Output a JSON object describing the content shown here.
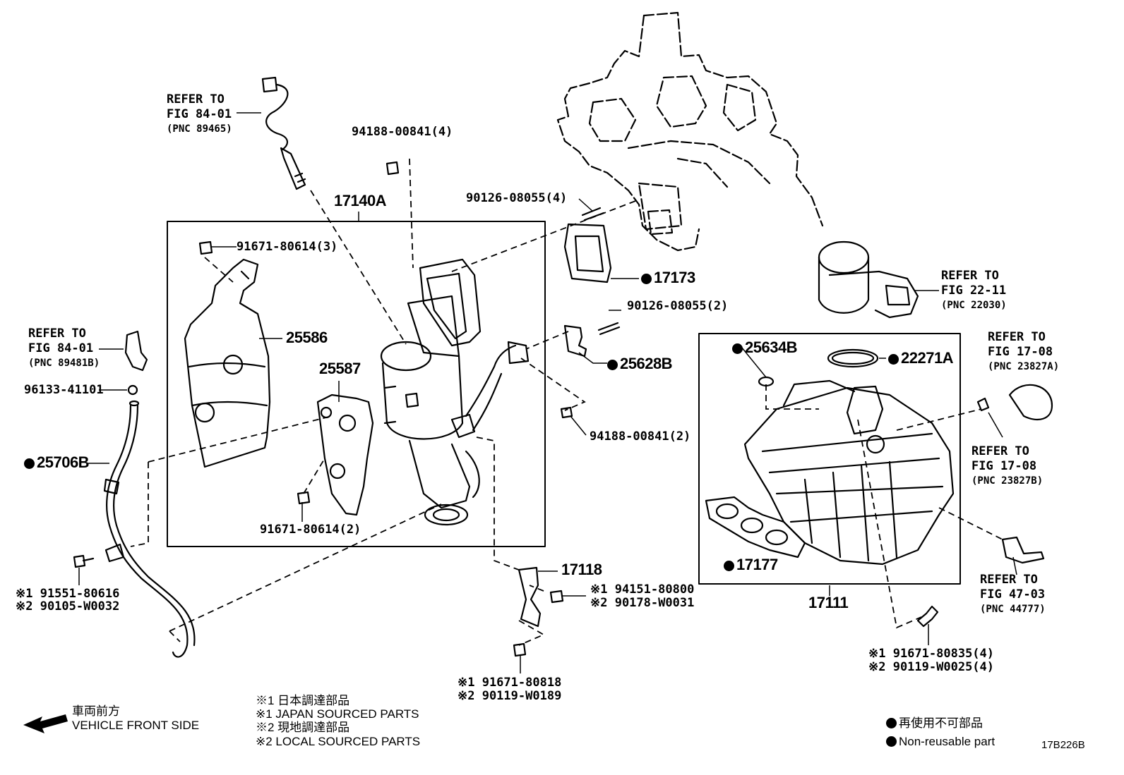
{
  "diagram_id": "17B226B",
  "refs": {
    "r8946": {
      "l1": "REFER TO",
      "l2": "FIG 84-01",
      "pnc": "(PNC 89465)"
    },
    "r8948": {
      "l1": "REFER TO",
      "l2": "FIG 84-01",
      "pnc": "(PNC 89481B)"
    },
    "r2203": {
      "l1": "REFER TO",
      "l2": "FIG 22-11",
      "pnc": "(PNC 22030)"
    },
    "r2382a": {
      "l1": "REFER TO",
      "l2": "FIG 17-08",
      "pnc": "(PNC 23827A)"
    },
    "r2382b": {
      "l1": "REFER TO",
      "l2": "FIG 17-08",
      "pnc": "(PNC 23827B)"
    },
    "r4477": {
      "l1": "REFER TO",
      "l2": "FIG 47-03",
      "pnc": "(PNC 44777)"
    }
  },
  "parts": {
    "p94188_4": "94188-00841(4)",
    "p17140A": "17140A",
    "p90126_4": "90126-08055(4)",
    "p91671_3": "91671-80614(3)",
    "p17173": "17173",
    "p90126_2": "90126-08055(2)",
    "p25586": "25586",
    "p25587": "25587",
    "p25628B": "25628B",
    "p96133": "96133-41101",
    "p25706B": "25706B",
    "p94188_2": "94188-00841(2)",
    "p91671_2": "91671-80614(2)",
    "p25634B": "25634B",
    "p22271A": "22271A",
    "p17177": "17177",
    "p17111": "17111",
    "p17118": "17118",
    "p91551": "※1 91551-80616",
    "p90105": "※2 90105-W0032",
    "p94151": "※1 94151-80800",
    "p90178": "※2 90178-W0031",
    "p91671_818": "※1 91671-80818",
    "p90119_189": "※2 90119-W0189",
    "p91671_835": "※1 91671-80835(4)",
    "p90119_025": "※2 90119-W0025(4)"
  },
  "legend": {
    "front_jp": "車両前方",
    "front_en": "VEHICLE FRONT SIDE",
    "src1_jp": "※1  日本調達部品",
    "src1_en": "※1  JAPAN SOURCED PARTS",
    "src2_jp": "※2  現地調達部品",
    "src2_en": "※2  LOCAL SOURCED PARTS",
    "nonreuse_jp": "再使用不可部品",
    "nonreuse_en": "Non-reusable part"
  }
}
